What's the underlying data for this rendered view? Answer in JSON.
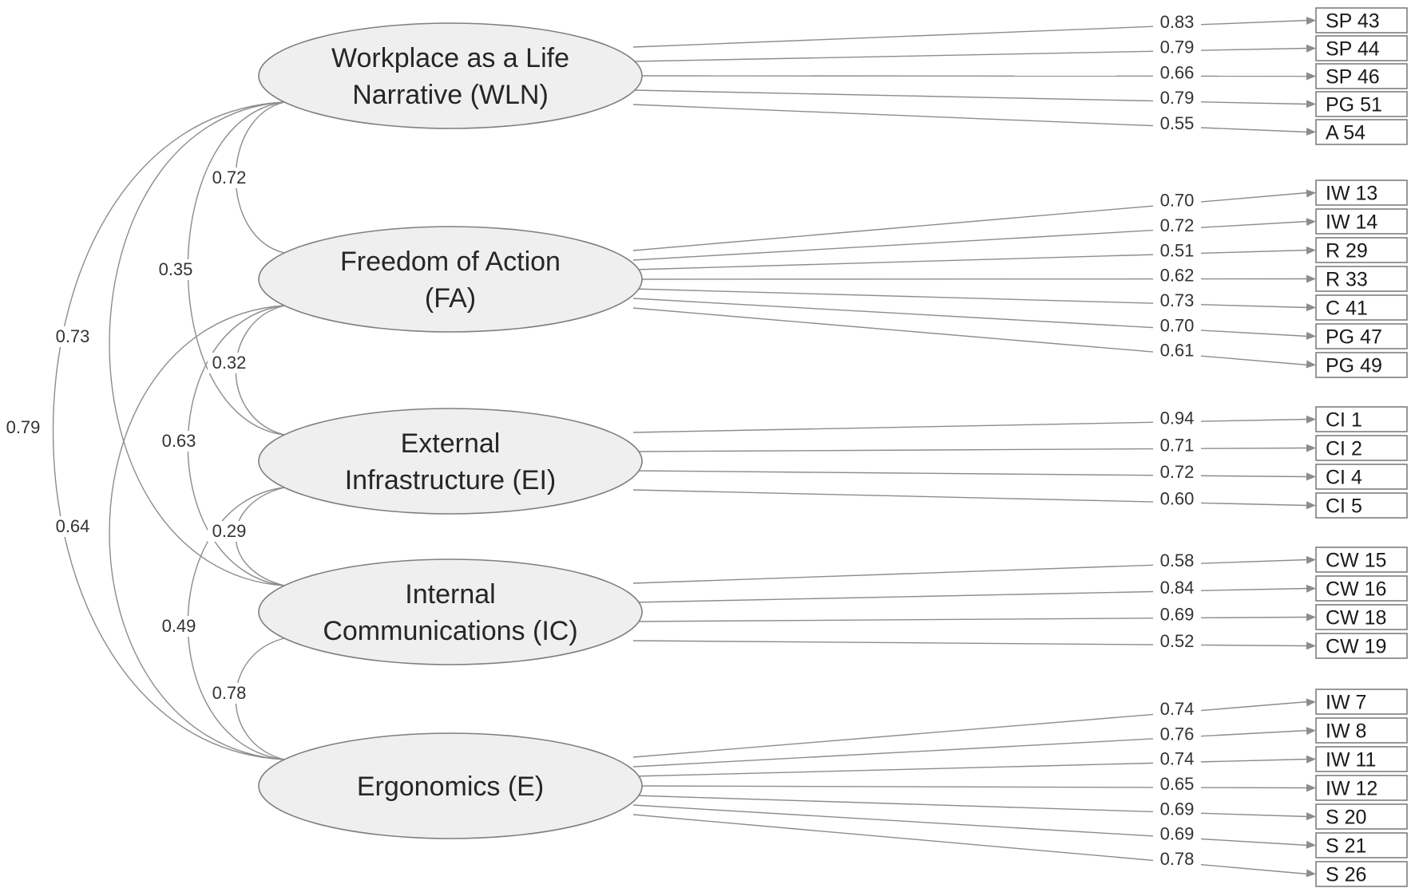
{
  "factors": [
    {
      "id": "WLN",
      "lines": [
        "Workplace as a Life",
        "Narrative (WLN)"
      ]
    },
    {
      "id": "FA",
      "lines": [
        "Freedom of Action",
        "(FA)"
      ]
    },
    {
      "id": "EI",
      "lines": [
        "External",
        "Infrastructure (EI)"
      ]
    },
    {
      "id": "IC",
      "lines": [
        "Internal",
        "Communications (IC)"
      ]
    },
    {
      "id": "E",
      "lines": [
        "Ergonomics (E)"
      ]
    }
  ],
  "indicators": [
    {
      "factor": "WLN",
      "items": [
        {
          "label": "SP 43",
          "loading": "0.83"
        },
        {
          "label": "SP 44",
          "loading": "0.79"
        },
        {
          "label": "SP 46",
          "loading": "0.66"
        },
        {
          "label": "PG 51",
          "loading": "0.79"
        },
        {
          "label": "A 54",
          "loading": "0.55"
        }
      ]
    },
    {
      "factor": "FA",
      "items": [
        {
          "label": "IW 13",
          "loading": "0.70"
        },
        {
          "label": "IW 14",
          "loading": "0.72"
        },
        {
          "label": "R 29",
          "loading": "0.51"
        },
        {
          "label": "R 33",
          "loading": "0.62"
        },
        {
          "label": "C 41",
          "loading": "0.73"
        },
        {
          "label": "PG 47",
          "loading": "0.70"
        },
        {
          "label": "PG 49",
          "loading": "0.61"
        }
      ]
    },
    {
      "factor": "EI",
      "items": [
        {
          "label": "CI 1",
          "loading": "0.94"
        },
        {
          "label": "CI 2",
          "loading": "0.71"
        },
        {
          "label": "CI 4",
          "loading": "0.72"
        },
        {
          "label": "CI 5",
          "loading": "0.60"
        }
      ]
    },
    {
      "factor": "IC",
      "items": [
        {
          "label": "CW 15",
          "loading": "0.58"
        },
        {
          "label": "CW 16",
          "loading": "0.84"
        },
        {
          "label": "CW 18",
          "loading": "0.69"
        },
        {
          "label": "CW 19",
          "loading": "0.52"
        }
      ]
    },
    {
      "factor": "E",
      "items": [
        {
          "label": "IW 7",
          "loading": "0.74"
        },
        {
          "label": "IW 8",
          "loading": "0.76"
        },
        {
          "label": "IW 11",
          "loading": "0.74"
        },
        {
          "label": "IW 12",
          "loading": "0.65"
        },
        {
          "label": "S 20",
          "loading": "0.69"
        },
        {
          "label": "S 21",
          "loading": "0.69"
        },
        {
          "label": "S 26",
          "loading": "0.78"
        }
      ]
    }
  ],
  "correlations": [
    {
      "from": "WLN",
      "to": "FA",
      "value": "0.72"
    },
    {
      "from": "WLN",
      "to": "EI",
      "value": "0.35"
    },
    {
      "from": "WLN",
      "to": "IC",
      "value": "0.73"
    },
    {
      "from": "WLN",
      "to": "E",
      "value": "0.79"
    },
    {
      "from": "FA",
      "to": "EI",
      "value": "0.32"
    },
    {
      "from": "FA",
      "to": "IC",
      "value": "0.63"
    },
    {
      "from": "FA",
      "to": "E",
      "value": "0.64"
    },
    {
      "from": "EI",
      "to": "IC",
      "value": "0.29"
    },
    {
      "from": "EI",
      "to": "E",
      "value": "0.49"
    },
    {
      "from": "IC",
      "to": "E",
      "value": "0.78"
    }
  ]
}
